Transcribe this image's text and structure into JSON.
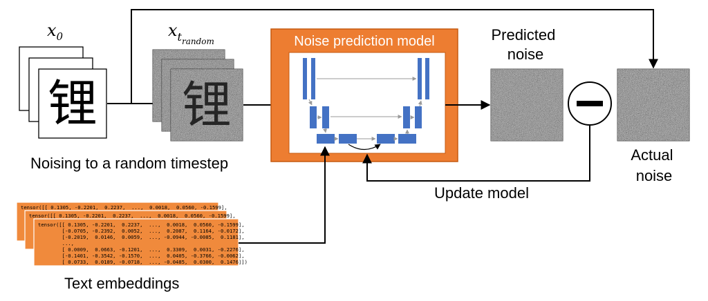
{
  "labels": {
    "x0_base": "x",
    "x0_sub": "0",
    "xt_base": "x",
    "xt_sub_t": "t",
    "xt_sub_random": "random",
    "char": "锂",
    "noising": "Noising to a random timestep",
    "model_title": "Noise prediction model",
    "predicted_line1": "Predicted",
    "predicted_line2": "noise",
    "actual_line1": "Actual",
    "actual_line2": "noise",
    "minus": "−",
    "update": "Update model",
    "embeddings": "Text embeddings"
  },
  "tensors": {
    "back_line": "tensor([[ 0.1305, -0.2201,  0.2237,  ...,  0.0018,  0.0560, -0.1599],",
    "mid_line": "tensor([[ 0.1305, -0.2201,  0.2237,  ...,  0.0018,  0.0560, -0.1599],",
    "front_lines": [
      "tensor([[ 0.1305, -0.2201,  0.2237,  ...,  0.0018,  0.0560, -0.1599],",
      "        [-0.0705, -0.2392,  0.0052,  ...,  0.2087,  0.1164, -0.0172],",
      "        [-0.2019,  0.0146,  0.0059,  ..., -0.0944, -0.0085,  0.1181],",
      "        ...,",
      "        [ 0.0009,  0.0663, -0.1201,  ...,  0.3309,  0.0031, -0.2276],",
      "        [-0.1401, -0.3542, -0.1570,  ...,  0.0405, -0.3766, -0.0062],",
      "        [ 0.0733,  0.0189, -0.0718,  ..., -0.0485,  0.0300,  0.1476]])"
    ]
  },
  "colors": {
    "model_fill": "#ED7D31",
    "unet_block": "#4472C4",
    "embedding_fill": "#F08A3C"
  }
}
